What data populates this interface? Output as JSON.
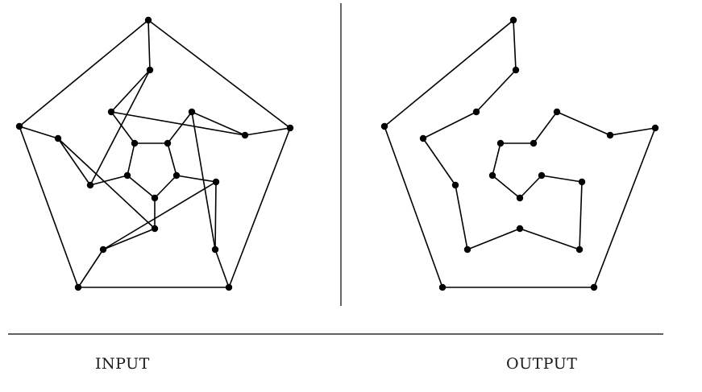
{
  "captions": {
    "input": "INPUT",
    "output": "OUTPUT"
  },
  "colors": {
    "stroke": "#000000",
    "node": "#000000",
    "background": "#ffffff"
  },
  "input_graph": {
    "description_kind": "dodecahedron-graph",
    "node_count": 20,
    "edges": [
      [
        0,
        1
      ],
      [
        1,
        2
      ],
      [
        2,
        3
      ],
      [
        3,
        4
      ],
      [
        4,
        0
      ],
      [
        0,
        5
      ],
      [
        1,
        6
      ],
      [
        2,
        7
      ],
      [
        3,
        8
      ],
      [
        4,
        9
      ],
      [
        5,
        10
      ],
      [
        10,
        6
      ],
      [
        6,
        11
      ],
      [
        11,
        7
      ],
      [
        7,
        12
      ],
      [
        12,
        8
      ],
      [
        8,
        13
      ],
      [
        13,
        9
      ],
      [
        9,
        14
      ],
      [
        14,
        5
      ],
      [
        10,
        15
      ],
      [
        11,
        16
      ],
      [
        12,
        17
      ],
      [
        13,
        18
      ],
      [
        14,
        19
      ],
      [
        15,
        16
      ],
      [
        16,
        17
      ],
      [
        17,
        18
      ],
      [
        18,
        19
      ],
      [
        19,
        15
      ]
    ]
  },
  "output_graph": {
    "description_kind": "hamiltonian-path",
    "node_count": 20
  }
}
